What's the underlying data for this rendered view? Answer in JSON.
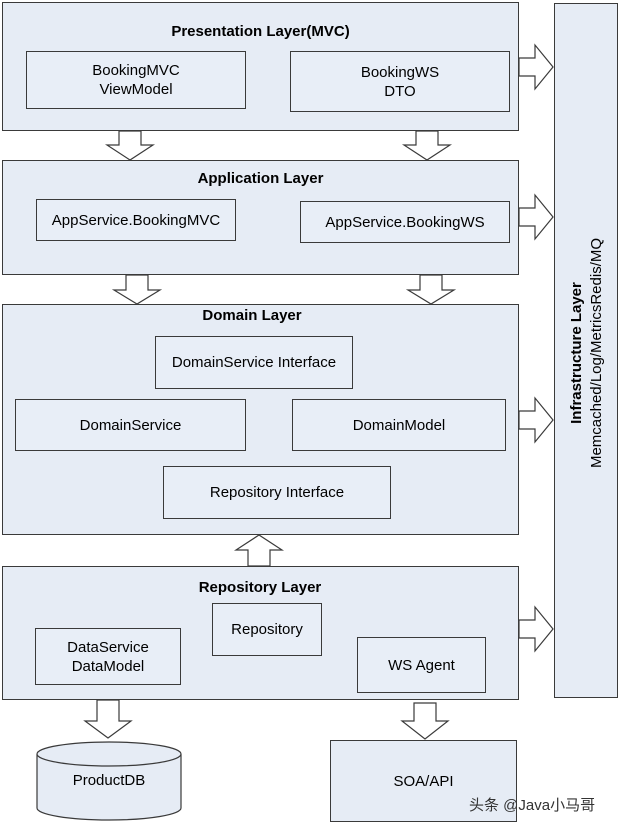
{
  "presentation": {
    "title": "Presentation Layer(MVC)",
    "box1": [
      "BookingMVC",
      "ViewModel"
    ],
    "box2": [
      "BookingWS",
      "DTO"
    ]
  },
  "application": {
    "title": "Application Layer",
    "box1": "AppService.BookingMVC",
    "box2": "AppService.BookingWS"
  },
  "domain": {
    "title": "Domain Layer",
    "service_interface": "DomainService Interface",
    "service": "DomainService",
    "model": "DomainModel",
    "repository_interface": "Repository Interface"
  },
  "repository": {
    "title": "Repository Layer",
    "data_service": [
      "DataService",
      "DataModel"
    ],
    "repository": "Repository",
    "ws_agent": "WS Agent"
  },
  "infrastructure": {
    "title": "Infrastructure Layer",
    "subtitle": "Memcached/Log/MetricsRedis/MQ"
  },
  "external": {
    "db": "ProductDB",
    "api": "SOA/API"
  },
  "watermark": "头条 @Java小马哥"
}
